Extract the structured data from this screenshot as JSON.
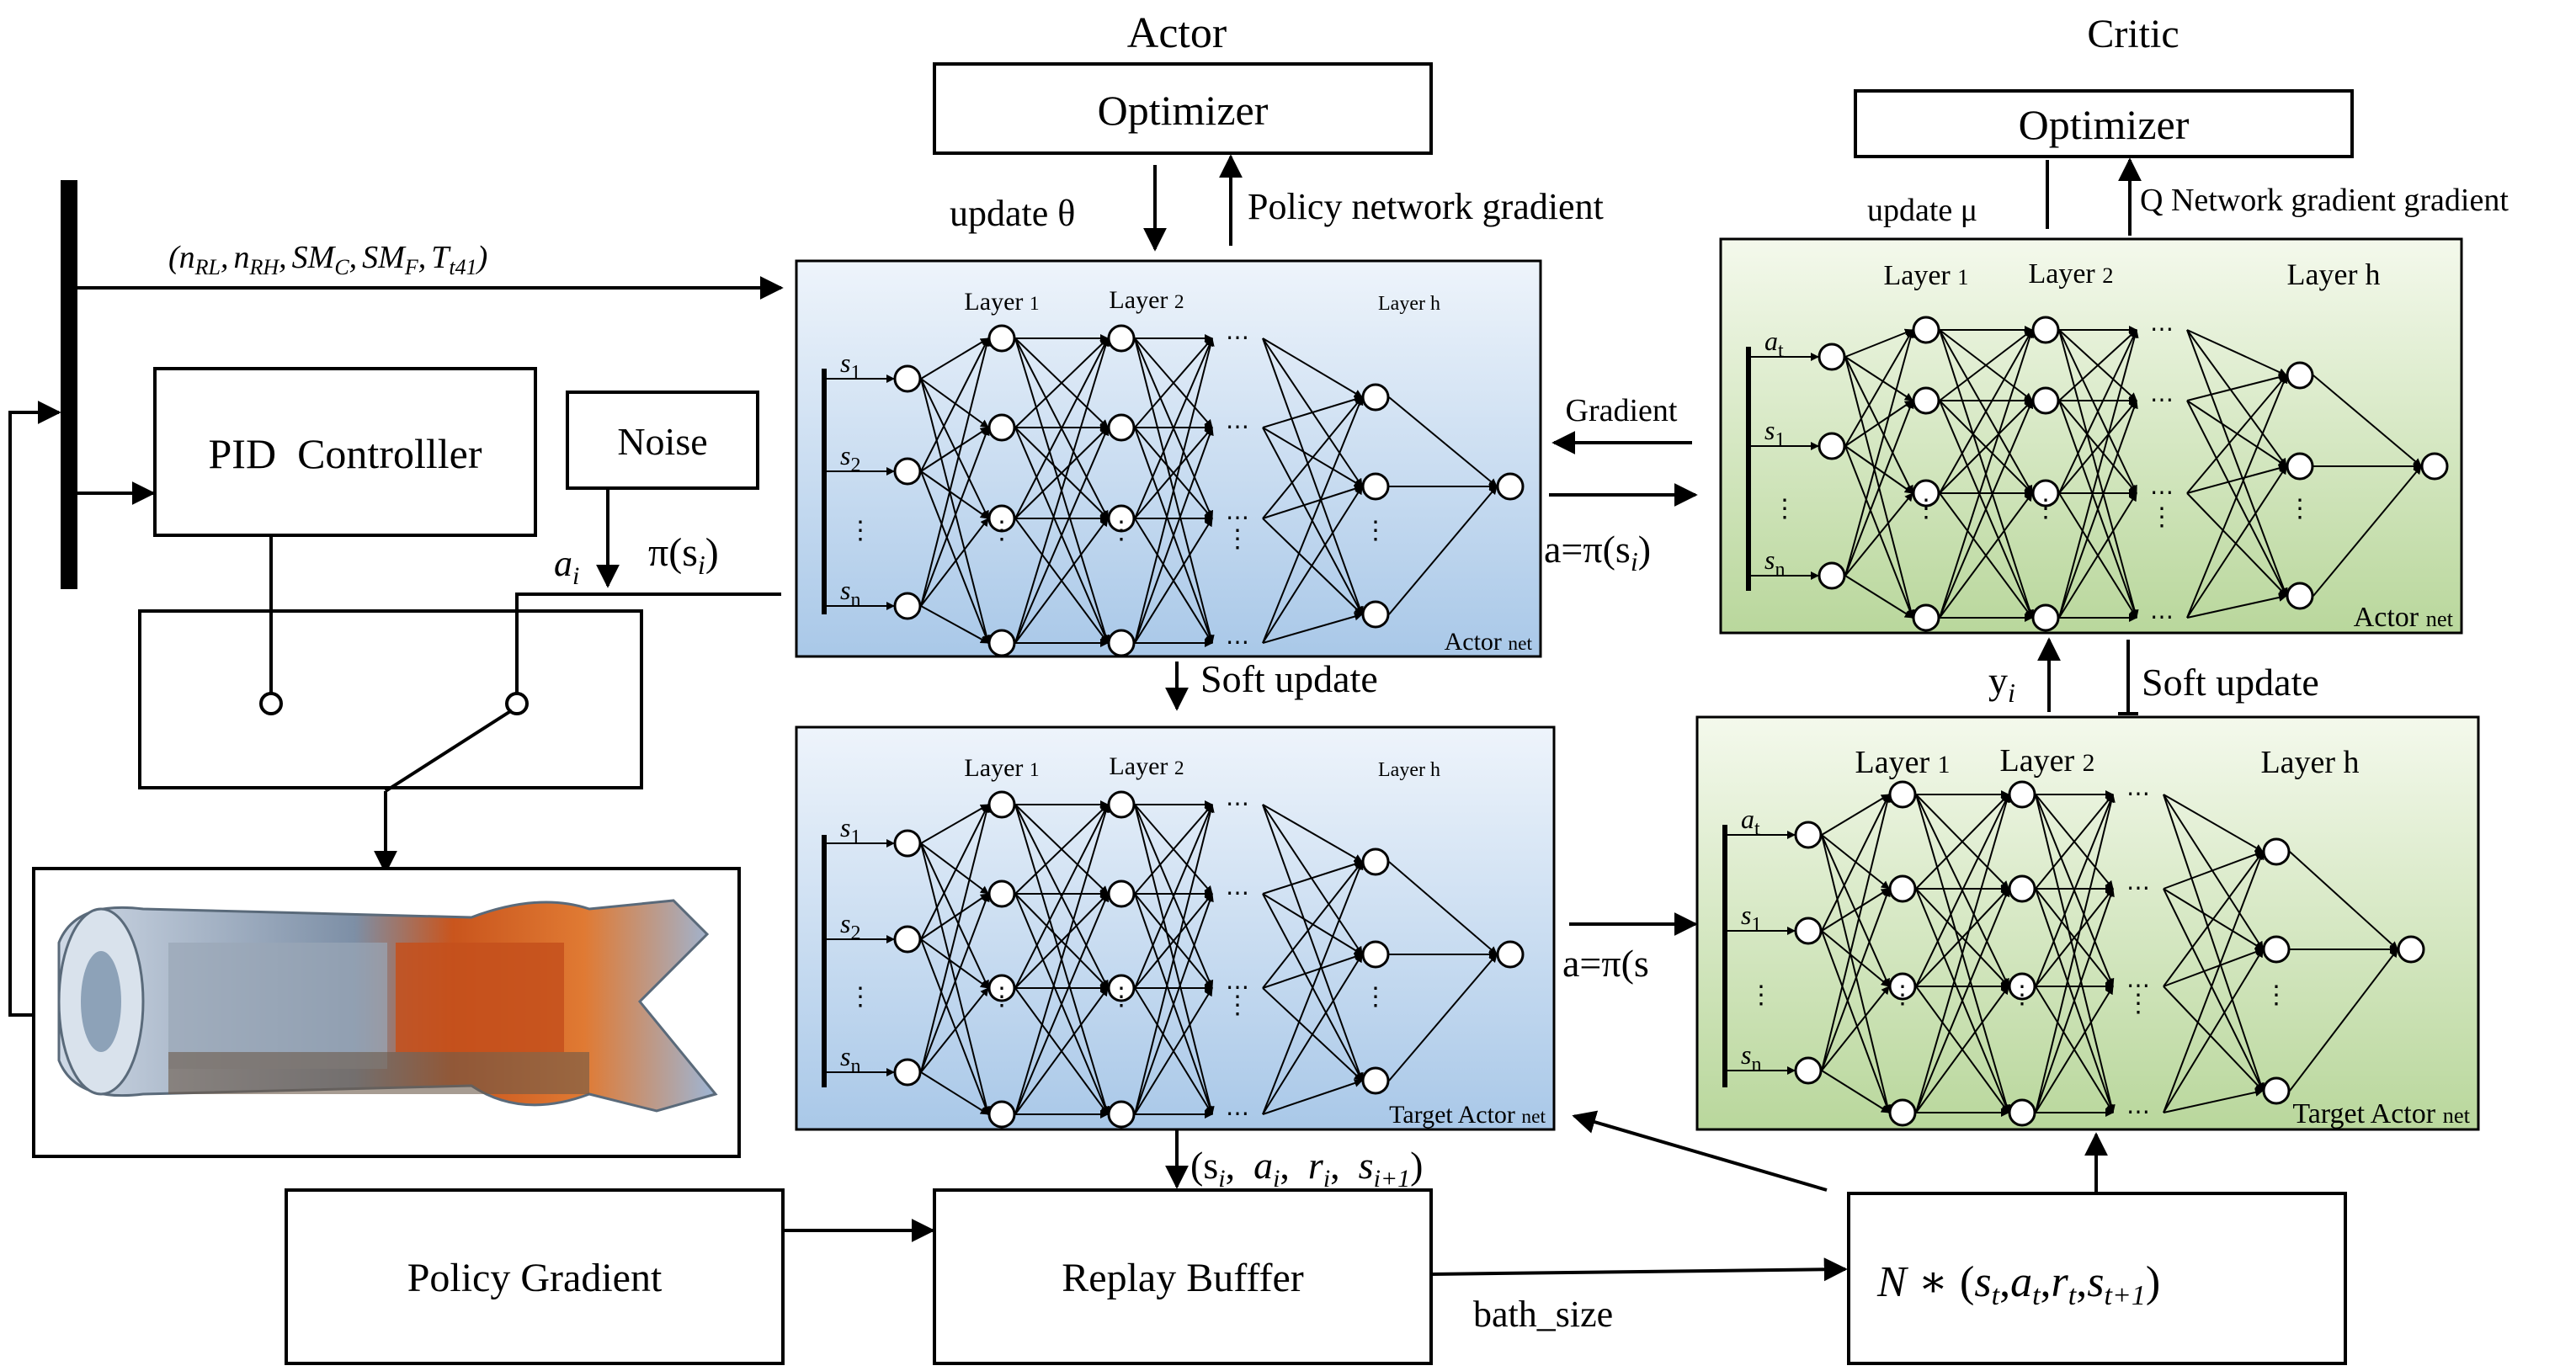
{
  "actor": {
    "title": "Actor",
    "optimizer": "Optimizer",
    "update": "update θ",
    "gradient_label": "Policy network gradient",
    "net_name": "Actor net",
    "target_net_name": "Target Actor net",
    "soft_update": "Soft update"
  },
  "critic": {
    "title": "Critic",
    "optimizer": "Optimizer",
    "update": "update μ",
    "gradient_label": "Q Network gradient gradient",
    "net_name": "Actor net",
    "target_net_name": "Target Actor net",
    "soft_update": "Soft update",
    "y_label": "y",
    "y_sub": "i"
  },
  "layers": {
    "l1": "Layer 1",
    "l2": "Layer 2",
    "lh": "Layer h"
  },
  "layer_parts": {
    "word": "Layer",
    "n1": "1",
    "n2": "2",
    "h": "h"
  },
  "inputs": {
    "s": "s",
    "sub1": "1",
    "sub2": "2",
    "subn": "n",
    "a": "a",
    "subt": "t",
    "dots": "⋮",
    "hdots": "⋯"
  },
  "state_vector": "(n_RL, n_RH, SM_C, SM_F, T_t41)",
  "state_parts": {
    "open": "(",
    "close": ")",
    "comma": ",",
    "n": "n",
    "RL": "RL",
    "RH": "RH",
    "SM": "SM",
    "C": "C",
    "F": "F",
    "T": "T",
    "t41": "t41"
  },
  "pid": "PID  Controlller",
  "noise": "Noise",
  "a_i": {
    "a": "a",
    "sub": "i"
  },
  "pi_si": {
    "text": "π(s",
    "sub": "i",
    "close": ")"
  },
  "gradient": "Gradient",
  "a_pi": {
    "text": "a=π(s",
    "sub": "i",
    "close": ")"
  },
  "a_pi_target": "a=π(s",
  "transition": {
    "s_i": "s",
    "i": "i",
    "a": "a",
    "r": "r",
    "s1": "s",
    "ip1": "i+1",
    "open": "(",
    "close": ")",
    "comma": ","
  },
  "policy_gradient": "Policy Gradient",
  "replay_buffer": "Replay Bufffer",
  "batch": "bath_size",
  "minibatch": {
    "N": "N",
    "star": "∗",
    "s": "s",
    "a": "a",
    "r": "r",
    "t": "t",
    "tp1": "t+1",
    "open": "(",
    "close": ")"
  },
  "colors": {
    "actor_fill_top": "#eef4fb",
    "actor_fill_bottom": "#a9c8e8",
    "critic_fill_top": "#f4f9ec",
    "critic_fill_bottom": "#b9d79c",
    "stroke": "#000000"
  },
  "icons": {
    "engine": "turbofan-engine-cutaway-image"
  }
}
